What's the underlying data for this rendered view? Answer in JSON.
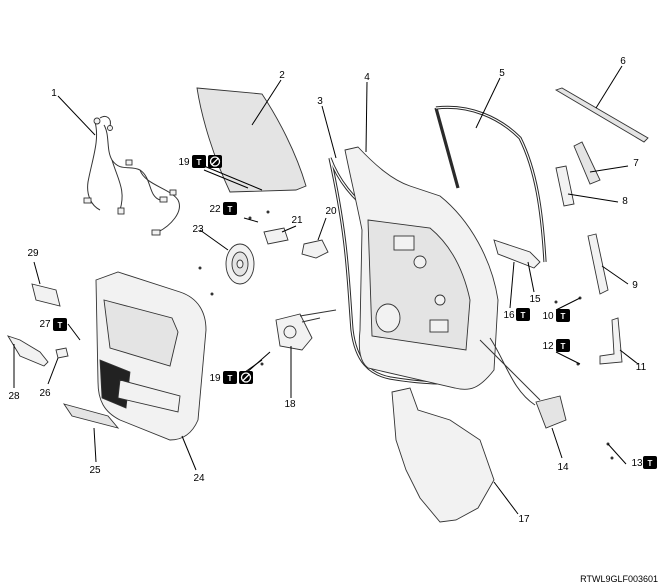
{
  "figure_code": "RTWL9GLF003601",
  "symbols": {
    "torque": "T",
    "no_reuse": "prohibition-icon"
  },
  "callouts": {
    "c1": "1",
    "c2": "2",
    "c3": "3",
    "c4": "4",
    "c5": "5",
    "c6": "6",
    "c7": "7",
    "c8": "8",
    "c9": "9",
    "c10": "10",
    "c11": "11",
    "c12": "12",
    "c13": "13",
    "c14": "14",
    "c15": "15",
    "c16": "16",
    "c17": "17",
    "c18": "18",
    "c19a": "19",
    "c19b": "19",
    "c20": "20",
    "c21": "21",
    "c22": "22",
    "c23": "23",
    "c24": "24",
    "c25": "25",
    "c26": "26",
    "c27": "27",
    "c28": "28",
    "c29": "29"
  }
}
